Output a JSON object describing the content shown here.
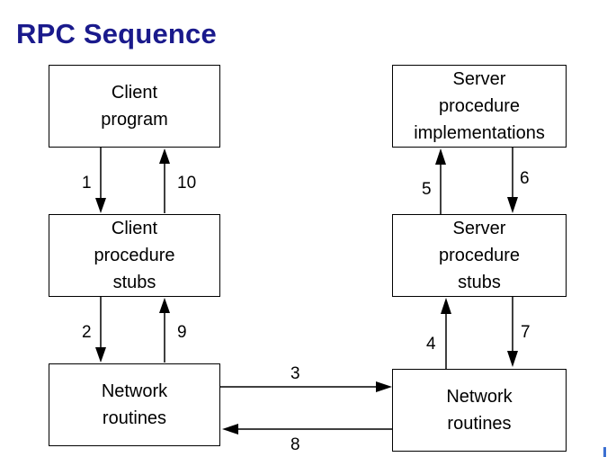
{
  "title": "RPC Sequence",
  "boxes": {
    "client_program": [
      "Client",
      "program"
    ],
    "client_stubs": [
      "Client",
      "procedure",
      "stubs"
    ],
    "client_network": [
      "Network",
      "routines"
    ],
    "server_impl": [
      "Server",
      "procedure",
      "implementations"
    ],
    "server_stubs": [
      "Server",
      "procedure",
      "stubs"
    ],
    "server_network": [
      "Network",
      "routines"
    ]
  },
  "steps": {
    "s1": "1",
    "s2": "2",
    "s3": "3",
    "s4": "4",
    "s5": "5",
    "s6": "6",
    "s7": "7",
    "s8": "8",
    "s9": "9",
    "s10": "10"
  },
  "colors": {
    "title": "#1a1a8c",
    "line": "#000000"
  }
}
